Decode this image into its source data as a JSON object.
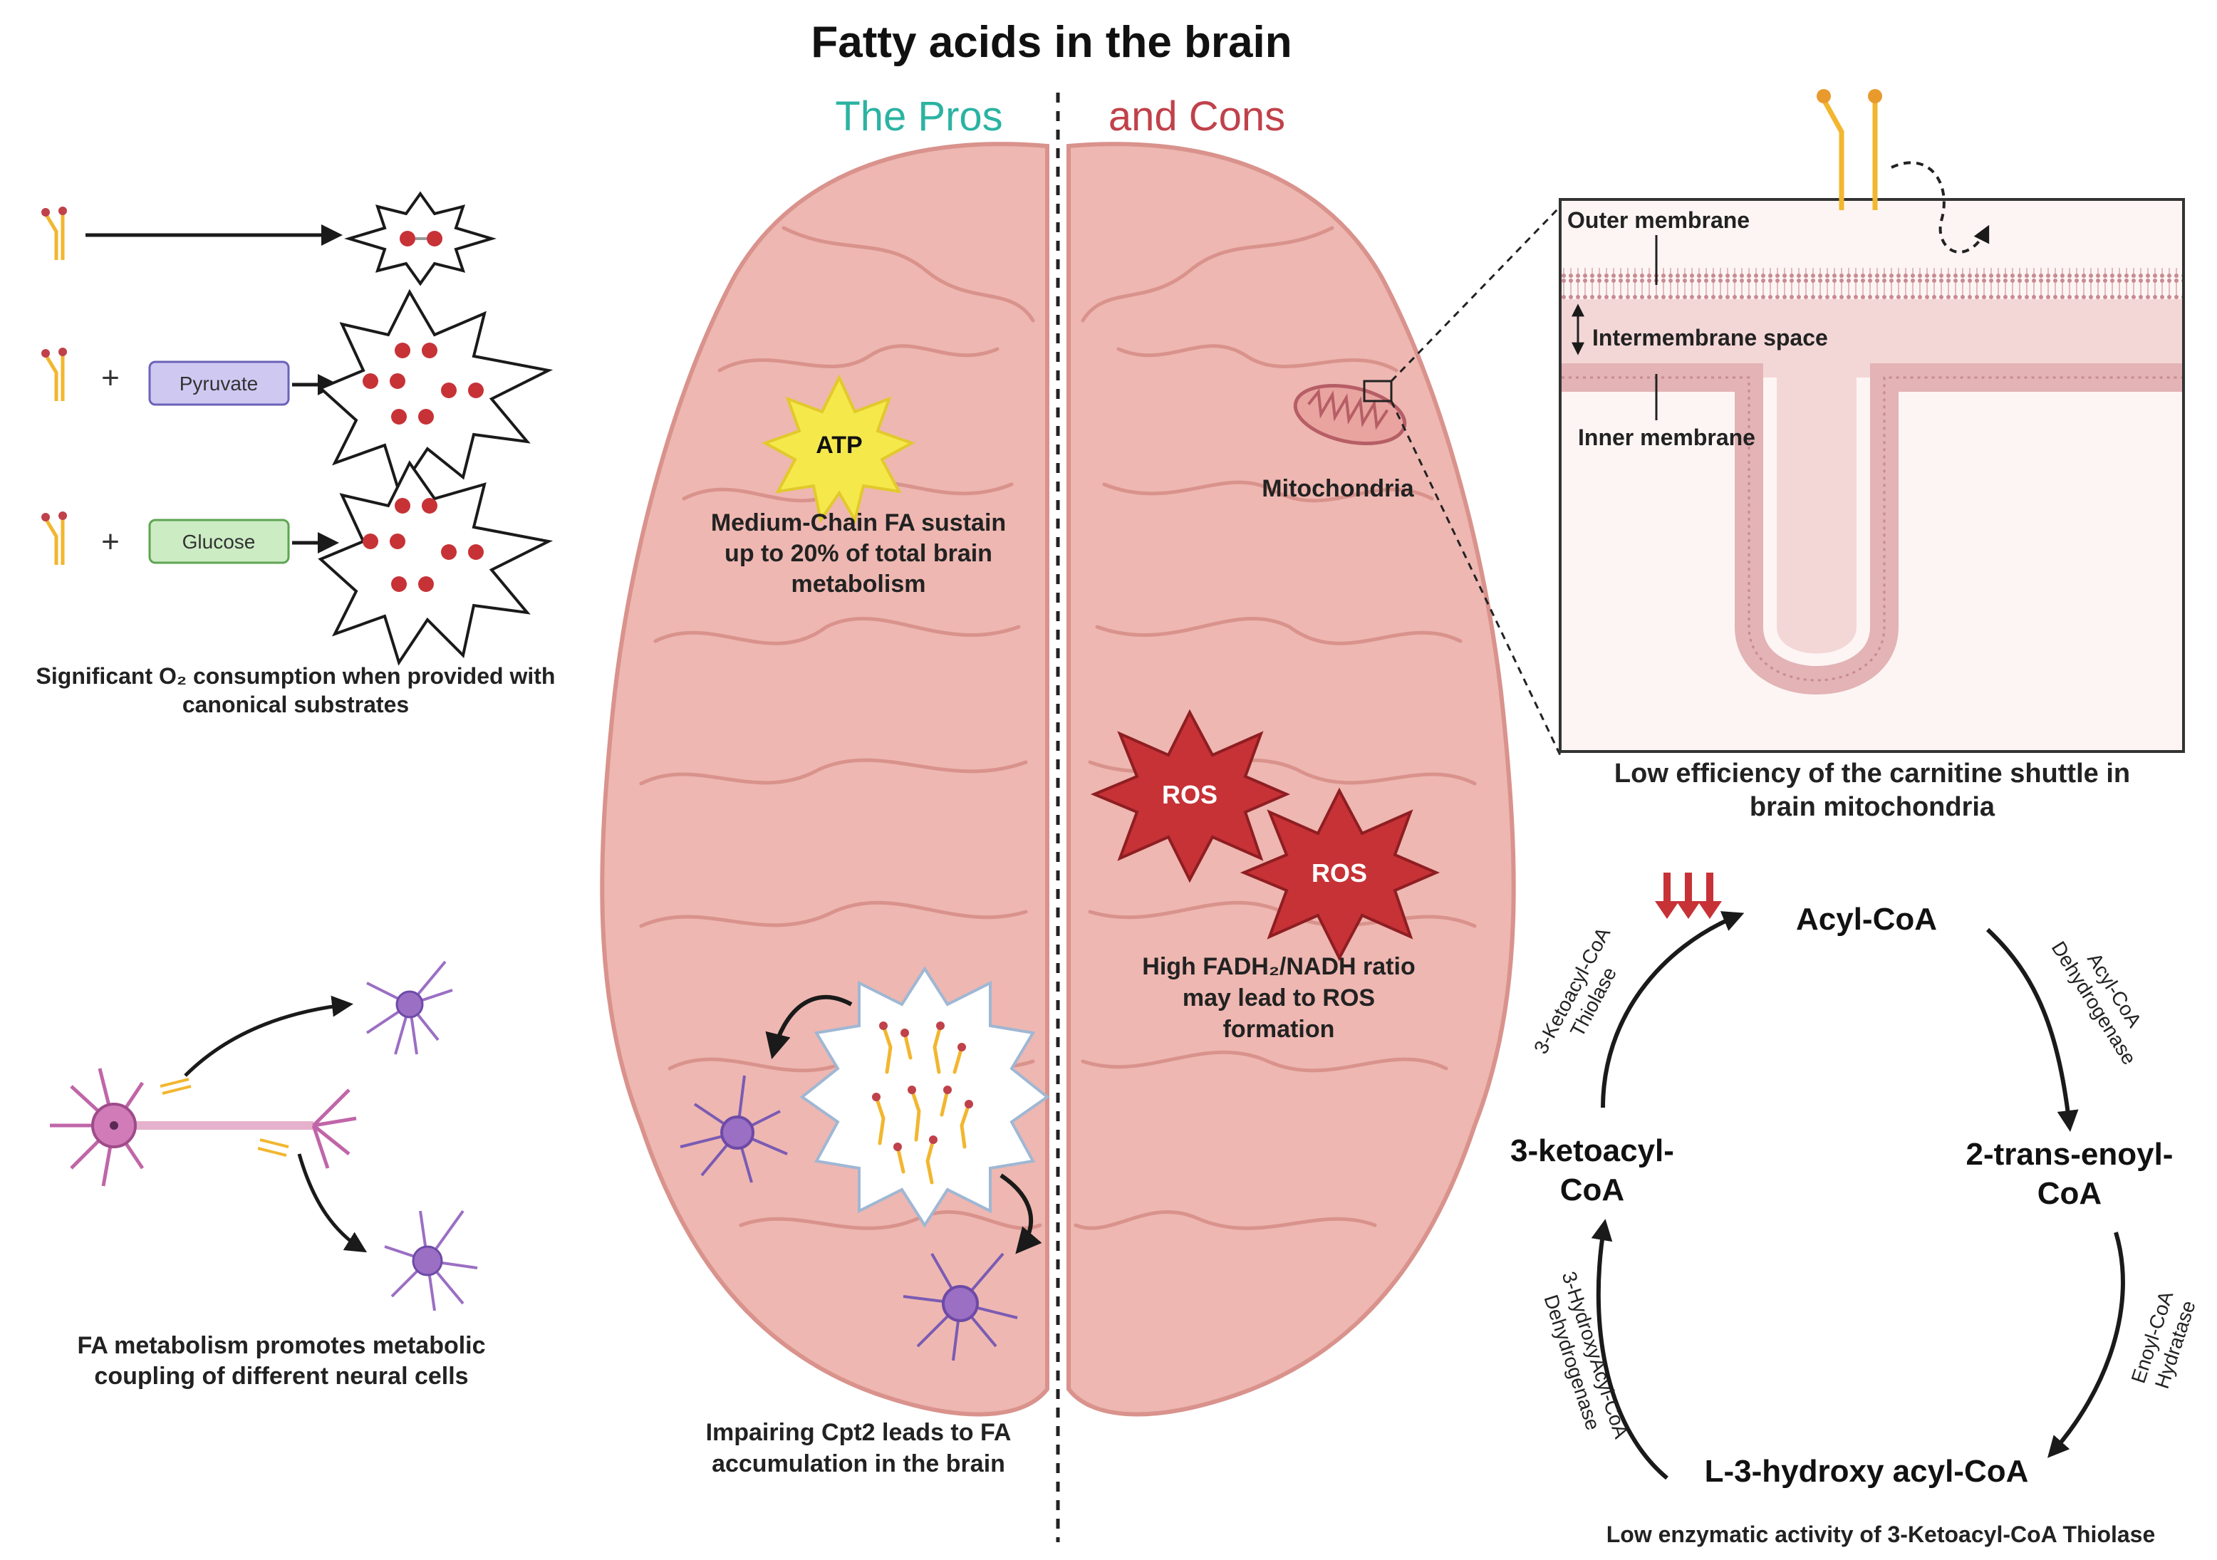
{
  "title": "Fatty acids in the brain",
  "pros_label": "The Pros",
  "cons_label": "and Cons",
  "colors": {
    "pros": "#2bb3a2",
    "cons": "#c0414a",
    "brain": "#eeb7b1",
    "brain_dark": "#d9928c",
    "fatty_acid": "#f2b62f",
    "ros": "#c73237",
    "atp": "#f5e84b",
    "neuron_pink": "#d17cb8",
    "neuron_purple": "#9b6fc4",
    "pyruvate_box": "#cfc9f2",
    "glucose_box": "#ccecc4"
  },
  "left_top": {
    "pyruvate": "Pyruvate",
    "glucose": "Glucose",
    "caption_line1": "Significant O₂ consumption when provided with",
    "caption_line2": "canonical substrates"
  },
  "left_bottom": {
    "caption_line1": "FA metabolism promotes metabolic",
    "caption_line2": "coupling of different neural cells"
  },
  "brain": {
    "atp_label": "ATP",
    "atp_caption_line1": "Medium-Chain FA sustain",
    "atp_caption_line2": "up to 20% of total brain",
    "atp_caption_line3": "metabolism",
    "mitochondria_label": "Mitochondria",
    "ros_label_1": "ROS",
    "ros_label_2": "ROS",
    "ros_caption_line1": "High FADH₂/NADH ratio",
    "ros_caption_line2": "may lead to ROS",
    "ros_caption_line3": "formation",
    "cpt2_caption_line1": "Impairing Cpt2 leads to FA",
    "cpt2_caption_line2": "accumulation in the brain"
  },
  "membrane": {
    "outer": "Outer membrane",
    "intermembrane": "Intermembrane space",
    "inner": "Inner membrane",
    "caption_line1": "Low efficiency of the carnitine shuttle in",
    "caption_line2": "brain mitochondria"
  },
  "cycle": {
    "acyl_coa": "Acyl-CoA",
    "trans_enoyl_line1": "2-trans-enoyl-",
    "trans_enoyl_line2": "CoA",
    "hydroxy_acyl": "L-3-hydroxy acyl-CoA",
    "ketoacyl_line1": "3-ketoacyl-",
    "ketoacyl_line2": "CoA",
    "enzyme_dehydrogenase_line1": "Acyl-CoA",
    "enzyme_dehydrogenase_line2": "Dehydrogenase",
    "enzyme_hydratase_line1": "Enoyl-CoA",
    "enzyme_hydratase_line2": "Hydratase",
    "enzyme_hydroxyacyl_line1": "3-HydroxyAcyl-CoA",
    "enzyme_hydroxyacyl_line2": "Dehydrogenase",
    "enzyme_thiolase_line1": "3-Ketoacyl-CoA",
    "enzyme_thiolase_line2": "Thiolase",
    "caption": "Low enzymatic activity of 3-Ketoacyl-CoA Thiolase"
  }
}
